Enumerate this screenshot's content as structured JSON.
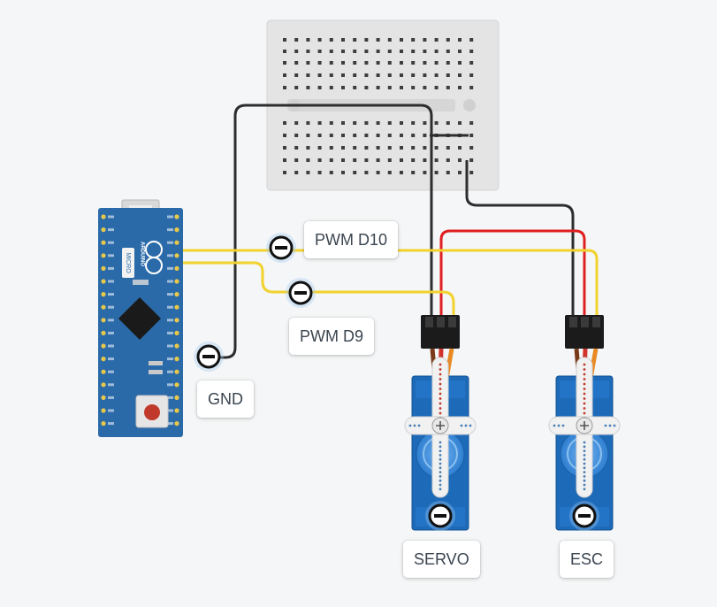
{
  "callouts": {
    "pwm_d10": "PWM D10",
    "pwm_d9": "PWM D9",
    "gnd": "GND",
    "servo": "SERVO",
    "esc": "ESC"
  },
  "board": {
    "brand": "ARDUINO",
    "model": "MICRO"
  },
  "wire_colors": {
    "signal": "#f2d22e",
    "ground": "#2d2d2d",
    "power": "#e02020"
  },
  "colors": {
    "board": "#2a6aa8",
    "servo_body": "#1d6ab8",
    "breadboard": "#e6e6e6"
  }
}
